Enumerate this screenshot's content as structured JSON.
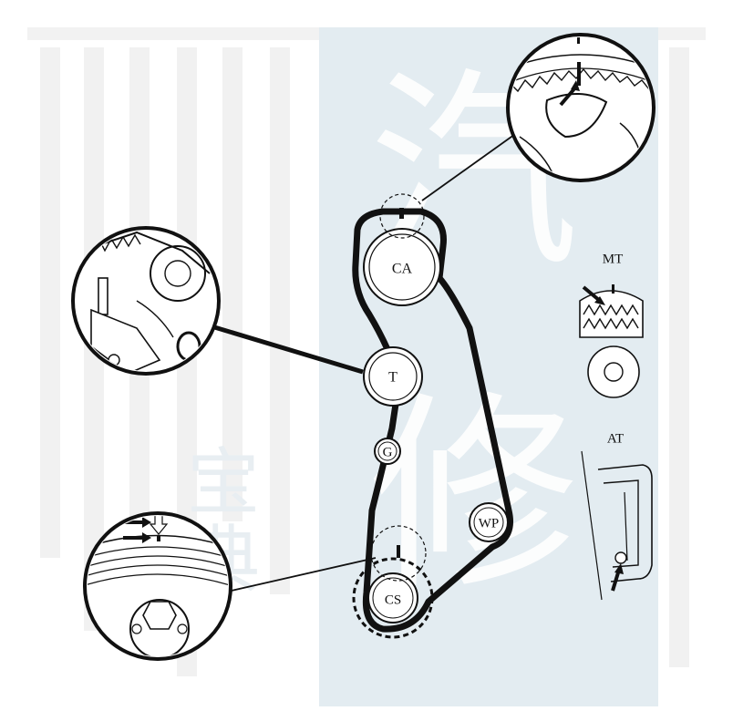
{
  "pulleys": {
    "camshaft": "CA",
    "tensioner": "T",
    "idler": "G",
    "water_pump": "WP",
    "crankshaft": "CS"
  },
  "side_views": {
    "manual": "MT",
    "automatic": "AT"
  },
  "colors": {
    "belt": "#111111",
    "watermark_panel": "#e3ecf1",
    "watermark_text": "#ffffff"
  },
  "watermark": {
    "big_chars": [
      "汽",
      "修"
    ],
    "small_chars": [
      "宝",
      "典"
    ]
  }
}
